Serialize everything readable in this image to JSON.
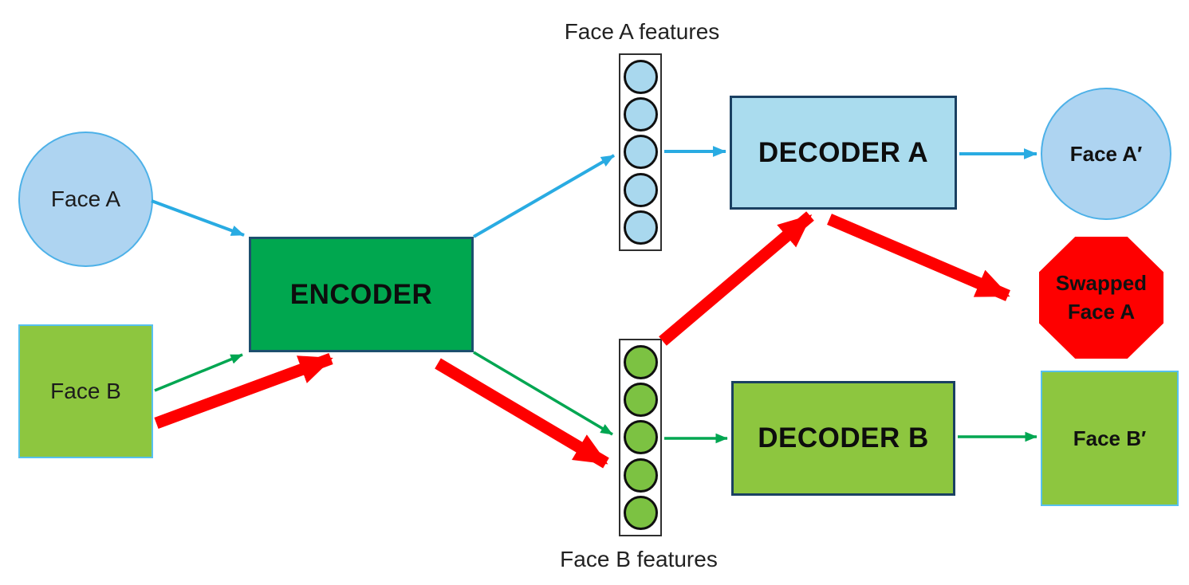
{
  "diagram": {
    "labels": {
      "features_a_title": "Face A features",
      "features_b_title": "Face B features"
    },
    "nodes": {
      "face_a": {
        "label": "Face A"
      },
      "face_b": {
        "label": "Face B"
      },
      "encoder": {
        "label": "ENCODER"
      },
      "decoder_a": {
        "label": "DECODER A"
      },
      "decoder_b": {
        "label": "DECODER B"
      },
      "face_a_prime": {
        "label": "Face A′"
      },
      "face_b_prime": {
        "label": "Face B′"
      },
      "swapped_face_a": {
        "line1": "Swapped",
        "line2": "Face A"
      },
      "features_a": {
        "circle_count": 5,
        "circle_fill": "#a9d8ee"
      },
      "features_b": {
        "circle_count": 5,
        "circle_fill": "#7cc242"
      }
    },
    "colors": {
      "face_a_fill": "#aed4f1",
      "face_circle_border": "#4db1e8",
      "face_b_fill": "#8dc63f",
      "face_square_border": "#56c1ef",
      "encoder_fill": "#00a74f",
      "decoder_a_fill": "#aadcee",
      "decoder_b_fill": "#8dc63f",
      "swapped_fill": "#fe0000",
      "box_border": "#1d4f6e",
      "blue_arrow": "#29abe2",
      "green_arrow": "#00a651",
      "red_arrow": "#fe0000",
      "text": "#1a1a1a"
    },
    "flows": [
      {
        "from": "Face A",
        "to": "ENCODER",
        "style": "blue-thin"
      },
      {
        "from": "ENCODER",
        "to": "Face A features",
        "style": "blue-thin"
      },
      {
        "from": "Face A features",
        "to": "DECODER A",
        "style": "blue-thin"
      },
      {
        "from": "DECODER A",
        "to": "Face A′",
        "style": "blue-thin"
      },
      {
        "from": "Face B",
        "to": "ENCODER",
        "style": "green-thin"
      },
      {
        "from": "ENCODER",
        "to": "Face B features",
        "style": "green-thin"
      },
      {
        "from": "Face B features",
        "to": "DECODER B",
        "style": "green-thin"
      },
      {
        "from": "DECODER B",
        "to": "Face B′",
        "style": "green-thin"
      },
      {
        "from": "Face B",
        "to": "ENCODER",
        "style": "red-thick"
      },
      {
        "from": "ENCODER",
        "to": "Face B features",
        "style": "red-thick"
      },
      {
        "from": "Face B features",
        "to": "DECODER A",
        "style": "red-thick"
      },
      {
        "from": "DECODER A",
        "to": "Swapped Face A",
        "style": "red-thick"
      }
    ]
  }
}
